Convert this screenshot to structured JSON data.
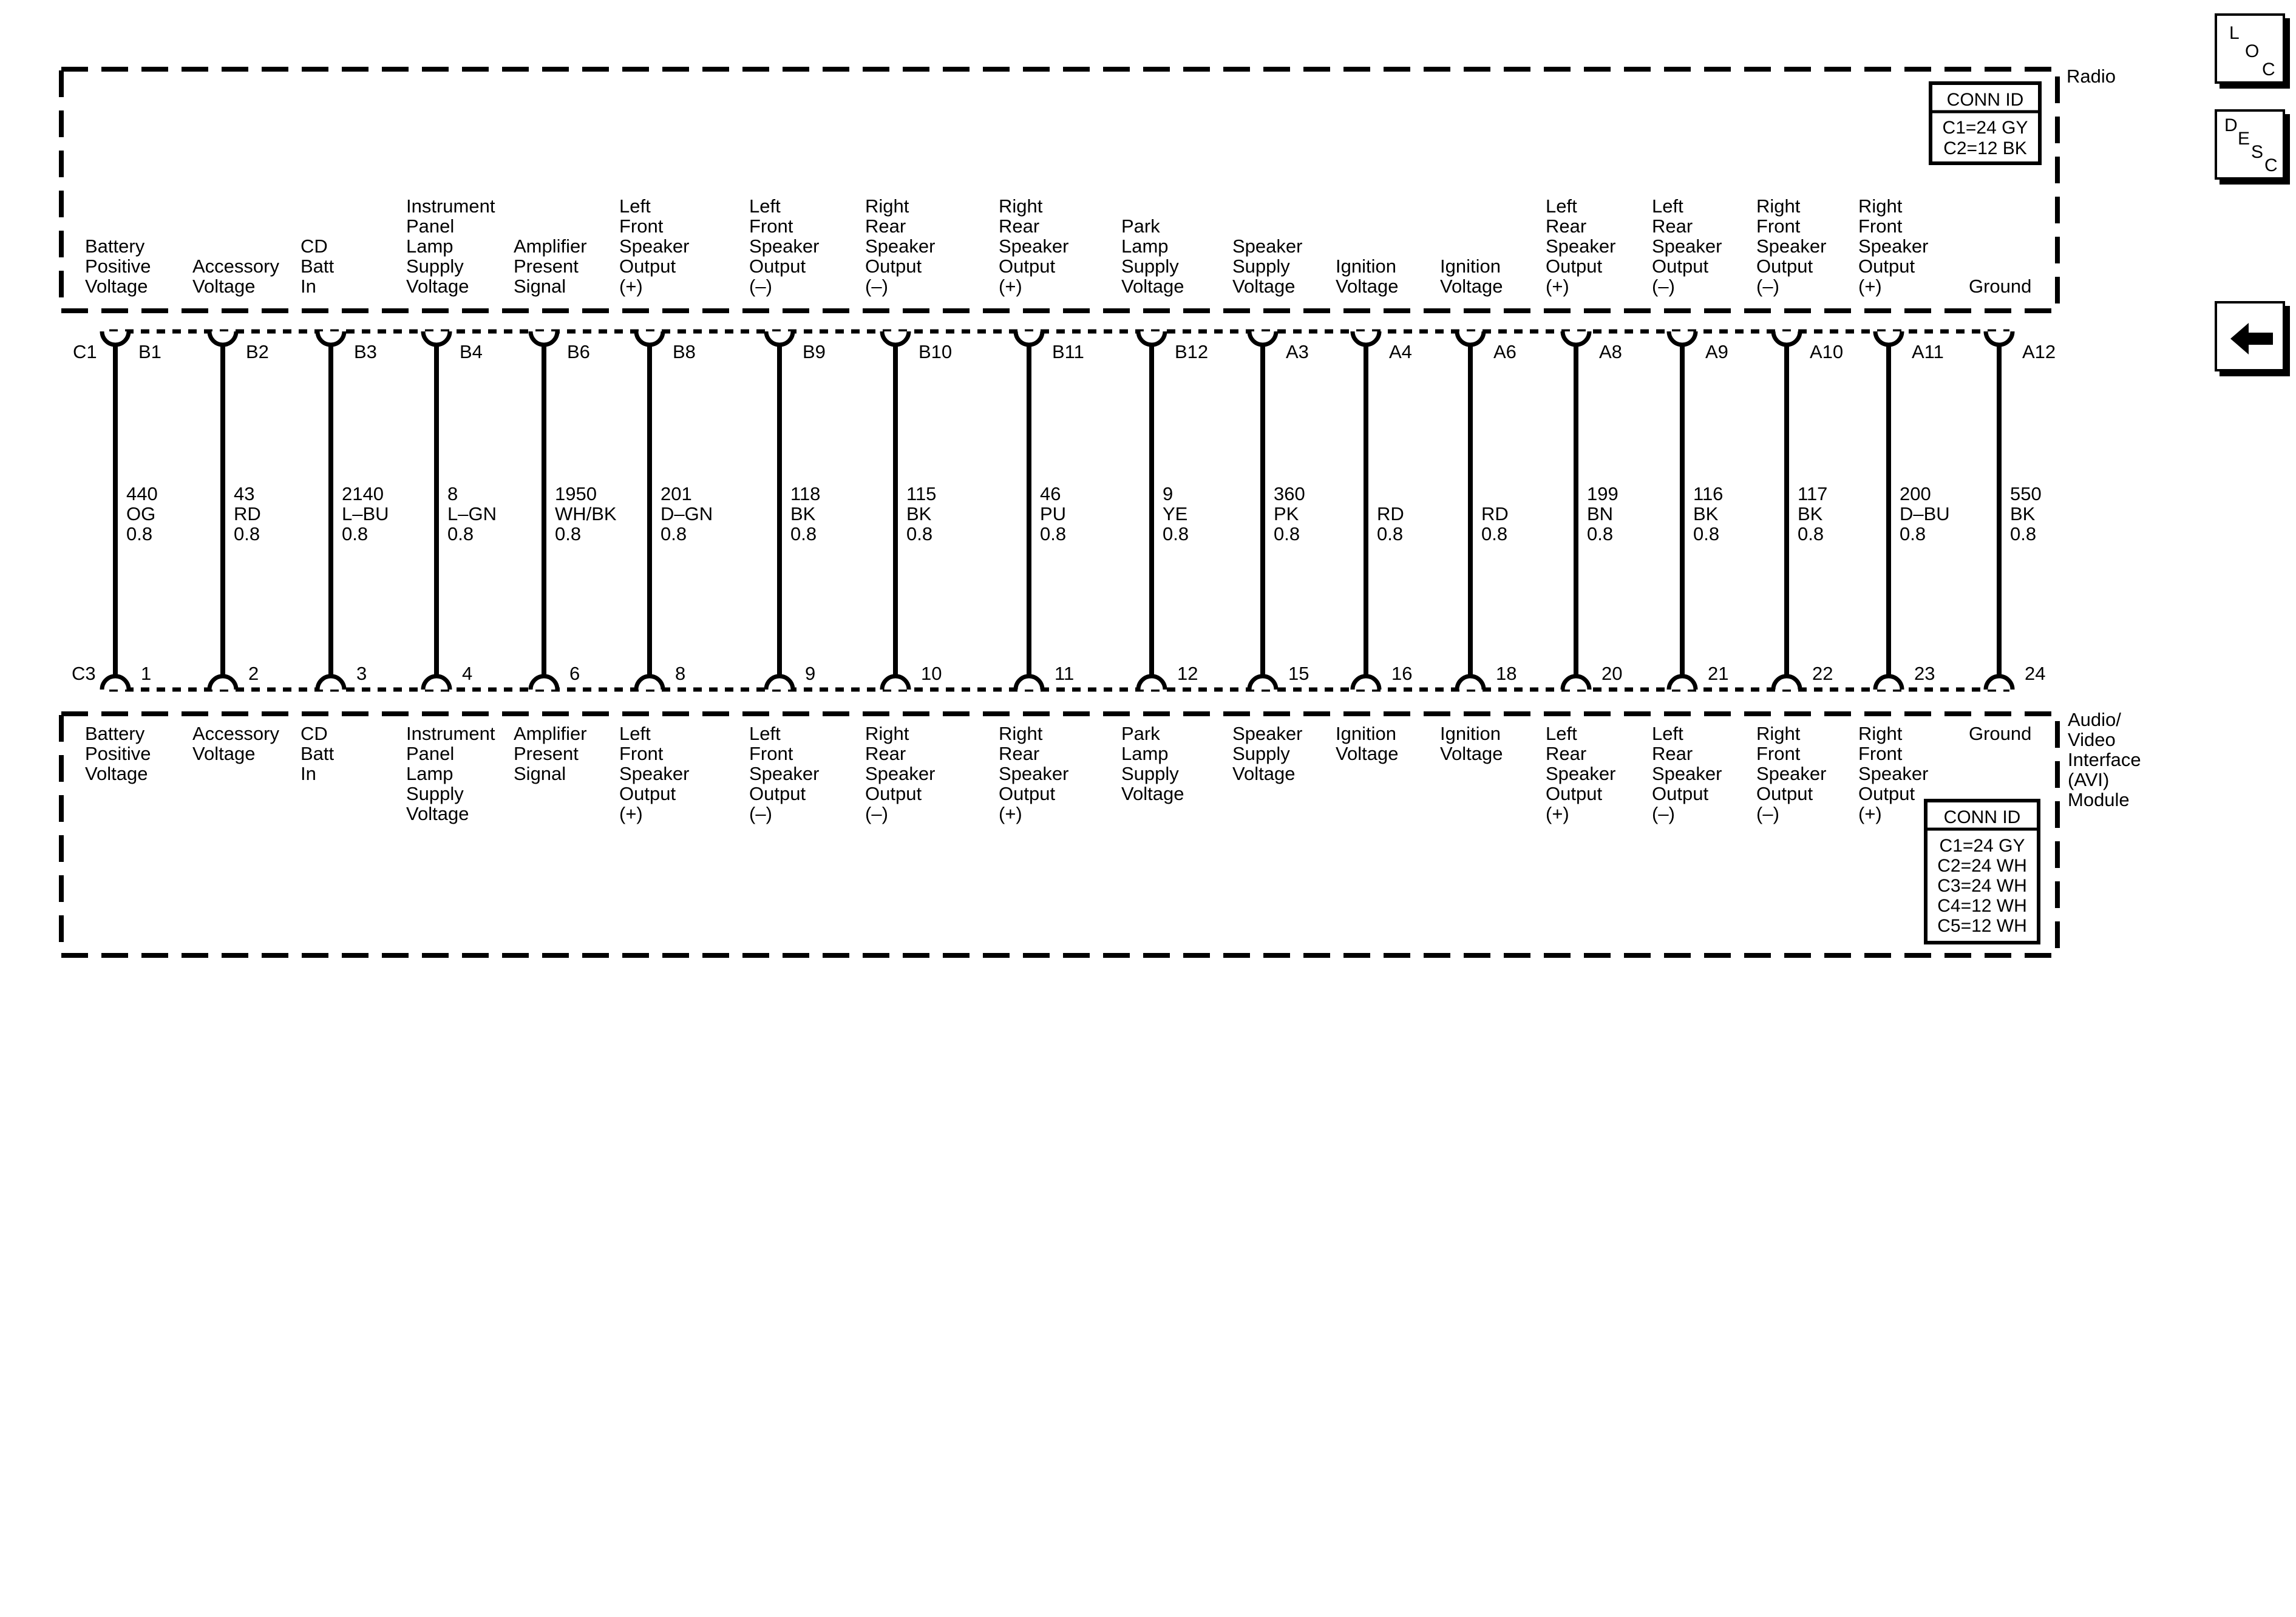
{
  "nav": {
    "loc_label": [
      "L",
      "O",
      "C"
    ],
    "desc_label": [
      "D",
      "E",
      "S",
      "C"
    ],
    "back_icon": "left-arrow-icon"
  },
  "top_module": {
    "name": "Radio",
    "conn_header": "CONN ID",
    "conn_lines": [
      "C1=24 GY",
      "C2=12 BK"
    ],
    "connector_id": "C1"
  },
  "bottom_module": {
    "name": [
      "Audio/",
      "Video",
      "Interface",
      "(AVI)",
      "Module"
    ],
    "conn_header": "CONN ID",
    "conn_lines": [
      "C1=24 GY",
      "C2=24 WH",
      "C3=24 WH",
      "C4=12 WH",
      "C5=12 WH"
    ],
    "connector_id": "C3"
  },
  "circuits": [
    {
      "top_label": [
        "Battery",
        "Positive",
        "Voltage"
      ],
      "top_pin": "B1",
      "wire": [
        "440",
        "OG",
        "0.8"
      ],
      "bottom_pin": "1",
      "bottom_label": [
        "Battery",
        "Positive",
        "Voltage"
      ]
    },
    {
      "top_label": [
        "Accessory",
        "Voltage"
      ],
      "top_pin": "B2",
      "wire": [
        "43",
        "RD",
        "0.8"
      ],
      "bottom_pin": "2",
      "bottom_label": [
        "Accessory",
        "Voltage"
      ]
    },
    {
      "top_label": [
        "CD",
        "Batt",
        "In"
      ],
      "top_pin": "B3",
      "wire": [
        "2140",
        "L–BU",
        "0.8"
      ],
      "bottom_pin": "3",
      "bottom_label": [
        "CD",
        "Batt",
        "In"
      ]
    },
    {
      "top_label": [
        "Instrument",
        "Panel",
        "Lamp",
        "Supply",
        "Voltage"
      ],
      "top_pin": "B4",
      "wire": [
        "8",
        "L–GN",
        "0.8"
      ],
      "bottom_pin": "4",
      "bottom_label": [
        "Instrument",
        "Panel",
        "Lamp",
        "Supply",
        "Voltage"
      ]
    },
    {
      "top_label": [
        "Amplifier",
        "Present",
        "Signal"
      ],
      "top_pin": "B6",
      "wire": [
        "1950",
        "WH/BK",
        "0.8"
      ],
      "bottom_pin": "6",
      "bottom_label": [
        "Amplifier",
        "Present",
        "Signal"
      ]
    },
    {
      "top_label": [
        "Left",
        "Front",
        "Speaker",
        "Output",
        "(+)"
      ],
      "top_pin": "B8",
      "wire": [
        "201",
        "D–GN",
        "0.8"
      ],
      "bottom_pin": "8",
      "bottom_label": [
        "Left",
        "Front",
        "Speaker",
        "Output",
        "(+)"
      ]
    },
    {
      "top_label": [
        "Left",
        "Front",
        "Speaker",
        "Output",
        "(–)"
      ],
      "top_pin": "B9",
      "wire": [
        "118",
        "BK",
        "0.8"
      ],
      "bottom_pin": "9",
      "bottom_label": [
        "Left",
        "Front",
        "Speaker",
        "Output",
        "(–)"
      ]
    },
    {
      "top_label": [
        "Right",
        "Rear",
        "Speaker",
        "Output",
        "(–)"
      ],
      "top_pin": "B10",
      "wire": [
        "115",
        "BK",
        "0.8"
      ],
      "bottom_pin": "10",
      "bottom_label": [
        "Right",
        "Rear",
        "Speaker",
        "Output",
        "(–)"
      ]
    },
    {
      "top_label": [
        "Right",
        "Rear",
        "Speaker",
        "Output",
        "(+)"
      ],
      "top_pin": "B11",
      "wire": [
        "46",
        "PU",
        "0.8"
      ],
      "bottom_pin": "11",
      "bottom_label": [
        "Right",
        "Rear",
        "Speaker",
        "Output",
        "(+)"
      ]
    },
    {
      "top_label": [
        "Park",
        "Lamp",
        "Supply",
        "Voltage"
      ],
      "top_pin": "B12",
      "wire": [
        "9",
        "YE",
        "0.8"
      ],
      "bottom_pin": "12",
      "bottom_label": [
        "Park",
        "Lamp",
        "Supply",
        "Voltage"
      ]
    },
    {
      "top_label": [
        "Speaker",
        "Supply",
        "Voltage"
      ],
      "top_pin": "A3",
      "wire": [
        "360",
        "PK",
        "0.8"
      ],
      "bottom_pin": "15",
      "bottom_label": [
        "Speaker",
        "Supply",
        "Voltage"
      ]
    },
    {
      "top_label": [
        "Ignition",
        "Voltage"
      ],
      "top_pin": "A4",
      "wire": [
        "RD",
        "0.8"
      ],
      "bottom_pin": "16",
      "bottom_label": [
        "Ignition",
        "Voltage"
      ]
    },
    {
      "top_label": [
        "Ignition",
        "Voltage"
      ],
      "top_pin": "A6",
      "wire": [
        "RD",
        "0.8"
      ],
      "bottom_pin": "18",
      "bottom_label": [
        "Ignition",
        "Voltage"
      ]
    },
    {
      "top_label": [
        "Left",
        "Rear",
        "Speaker",
        "Output",
        "(+)"
      ],
      "top_pin": "A8",
      "wire": [
        "199",
        "BN",
        "0.8"
      ],
      "bottom_pin": "20",
      "bottom_label": [
        "Left",
        "Rear",
        "Speaker",
        "Output",
        "(+)"
      ]
    },
    {
      "top_label": [
        "Left",
        "Rear",
        "Speaker",
        "Output",
        "(–)"
      ],
      "top_pin": "A9",
      "wire": [
        "116",
        "BK",
        "0.8"
      ],
      "bottom_pin": "21",
      "bottom_label": [
        "Left",
        "Rear",
        "Speaker",
        "Output",
        "(–)"
      ]
    },
    {
      "top_label": [
        "Right",
        "Front",
        "Speaker",
        "Output",
        "(–)"
      ],
      "top_pin": "A10",
      "wire": [
        "117",
        "BK",
        "0.8"
      ],
      "bottom_pin": "22",
      "bottom_label": [
        "Right",
        "Front",
        "Speaker",
        "Output",
        "(–)"
      ]
    },
    {
      "top_label": [
        "Right",
        "Front",
        "Speaker",
        "Output",
        "(+)"
      ],
      "top_pin": "A11",
      "wire": [
        "200",
        "D–BU",
        "0.8"
      ],
      "bottom_pin": "23",
      "bottom_label": [
        "Right",
        "Front",
        "Speaker",
        "Output",
        "(+)"
      ]
    },
    {
      "top_label": [
        "Ground"
      ],
      "top_pin": "A12",
      "wire": [
        "550",
        "BK",
        "0.8"
      ],
      "bottom_pin": "24",
      "bottom_label": [
        "Ground"
      ]
    }
  ]
}
